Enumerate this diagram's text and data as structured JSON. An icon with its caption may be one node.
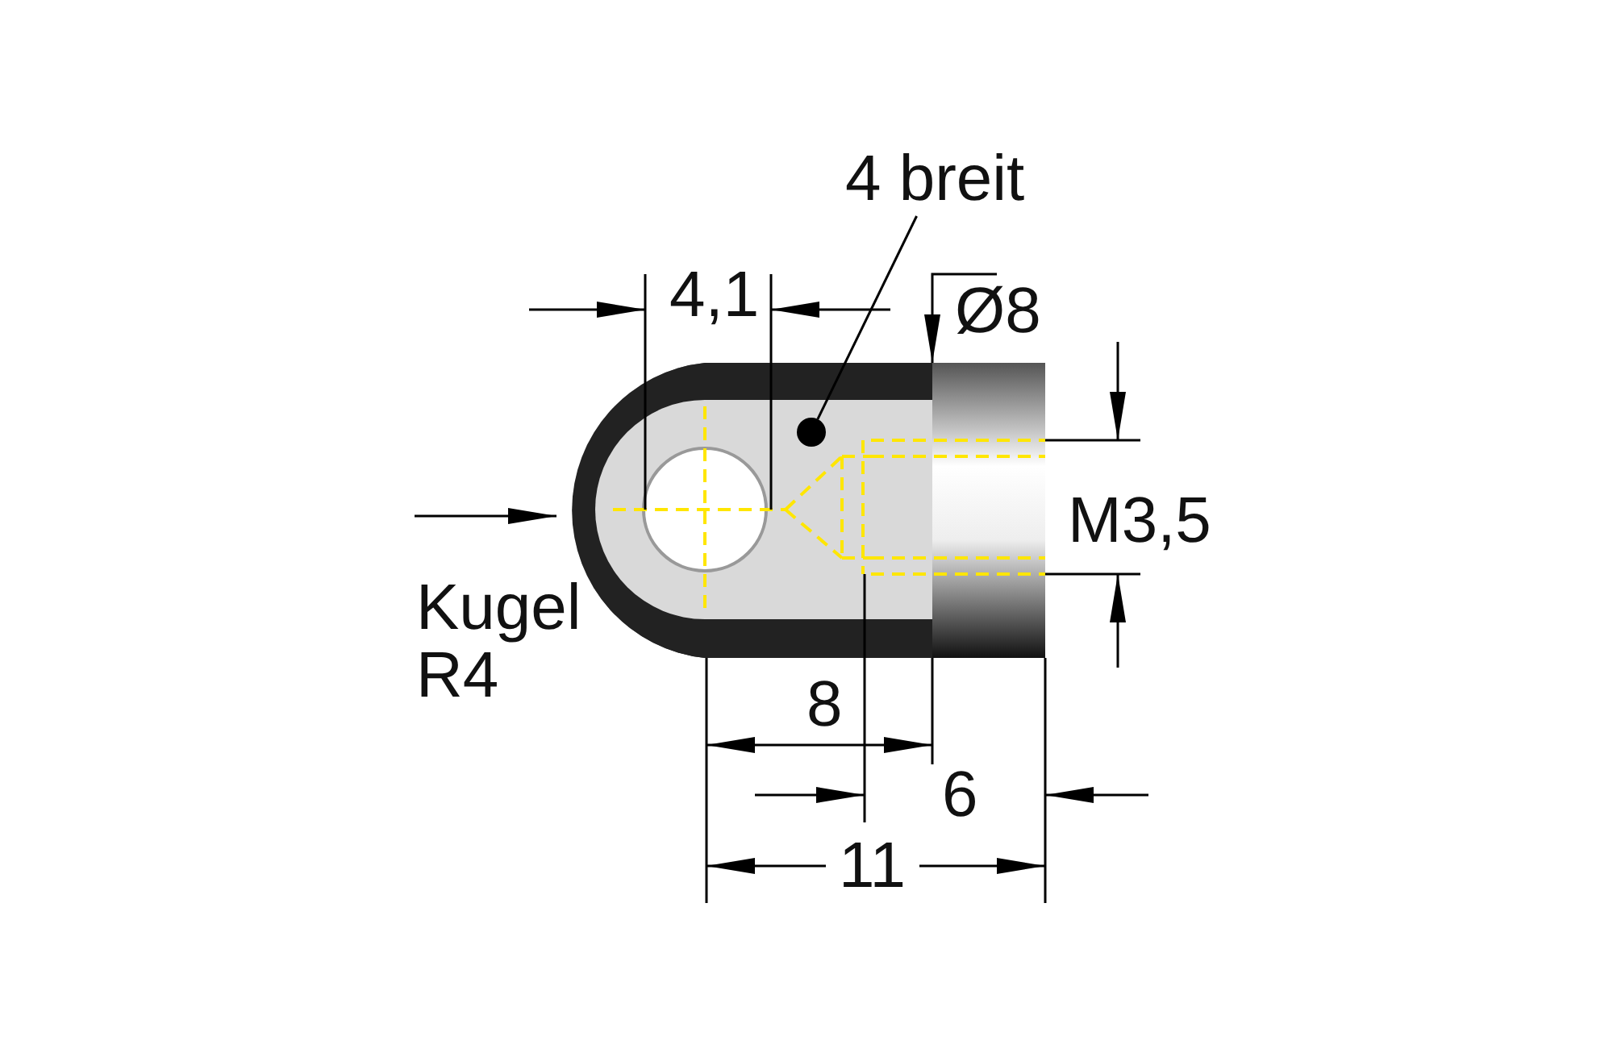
{
  "diagram": {
    "nodes": [
      {
        "text": [
          "4 breit"
        ]
      },
      {
        "text": [],
        "shape": "circle"
      }
    ],
    "edges": [
      {
        "from": 0,
        "to": 1,
        "arrow": "none"
      }
    ],
    "labels": [
      "4,1",
      "Ø8",
      "M3,5",
      "Kugel R4",
      "8",
      "6",
      "11"
    ]
  }
}
